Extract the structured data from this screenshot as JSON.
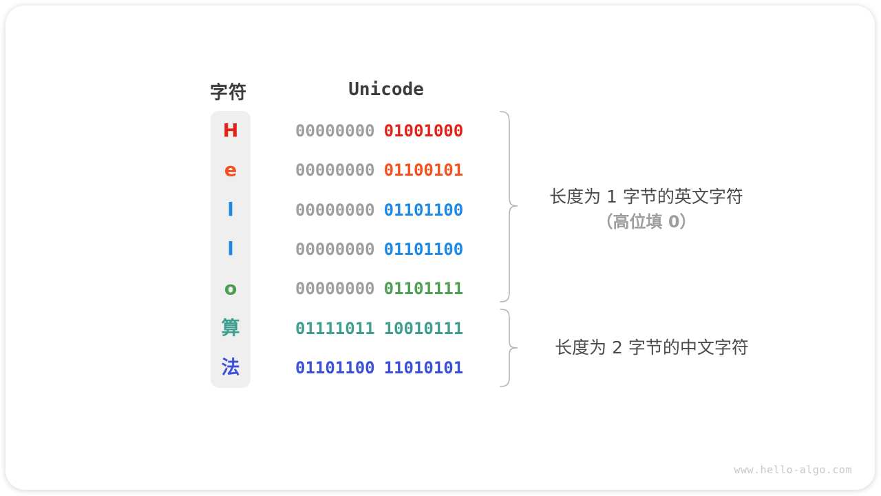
{
  "header": {
    "char_label": "字符",
    "unicode_label": "Unicode"
  },
  "rows": [
    {
      "char": "H",
      "char_color": "#e2231a",
      "byte1": "00000000",
      "byte1_color": "#9e9e9e",
      "byte2": "01001000",
      "byte2_color": "#e2231a"
    },
    {
      "char": "e",
      "char_color": "#f4511e",
      "byte1": "00000000",
      "byte1_color": "#9e9e9e",
      "byte2": "01100101",
      "byte2_color": "#f4511e"
    },
    {
      "char": "l",
      "char_color": "#1e88e5",
      "byte1": "00000000",
      "byte1_color": "#9e9e9e",
      "byte2": "01101100",
      "byte2_color": "#1e88e5"
    },
    {
      "char": "l",
      "char_color": "#1e88e5",
      "byte1": "00000000",
      "byte1_color": "#9e9e9e",
      "byte2": "01101100",
      "byte2_color": "#1e88e5"
    },
    {
      "char": "o",
      "char_color": "#4c9e50",
      "byte1": "00000000",
      "byte1_color": "#9e9e9e",
      "byte2": "01101111",
      "byte2_color": "#4c9e50"
    },
    {
      "char": "算",
      "char_color": "#3f9e90",
      "byte1": "01111011",
      "byte1_color": "#3f9e90",
      "byte2": "10010111",
      "byte2_color": "#3f9e90"
    },
    {
      "char": "法",
      "char_color": "#3a50d9",
      "byte1": "01101100",
      "byte1_color": "#3a50d9",
      "byte2": "11010101",
      "byte2_color": "#3a50d9"
    }
  ],
  "annotations": {
    "group1_line1": "长度为 1 字节的英文字符",
    "group1_line2": "（高位填 0）",
    "group2_line1": "长度为 2 字节的中文字符"
  },
  "watermark": "www.hello-algo.com",
  "colors": {
    "brace": "#b3b3b3",
    "column_bg": "#efefef",
    "header_text": "#3b3b3b",
    "binary_high_gray": "#9e9e9e",
    "annotation_text": "#4a4a4a",
    "annotation_sub_text": "#9e9e9e",
    "watermark_text": "#c8c8c8"
  }
}
